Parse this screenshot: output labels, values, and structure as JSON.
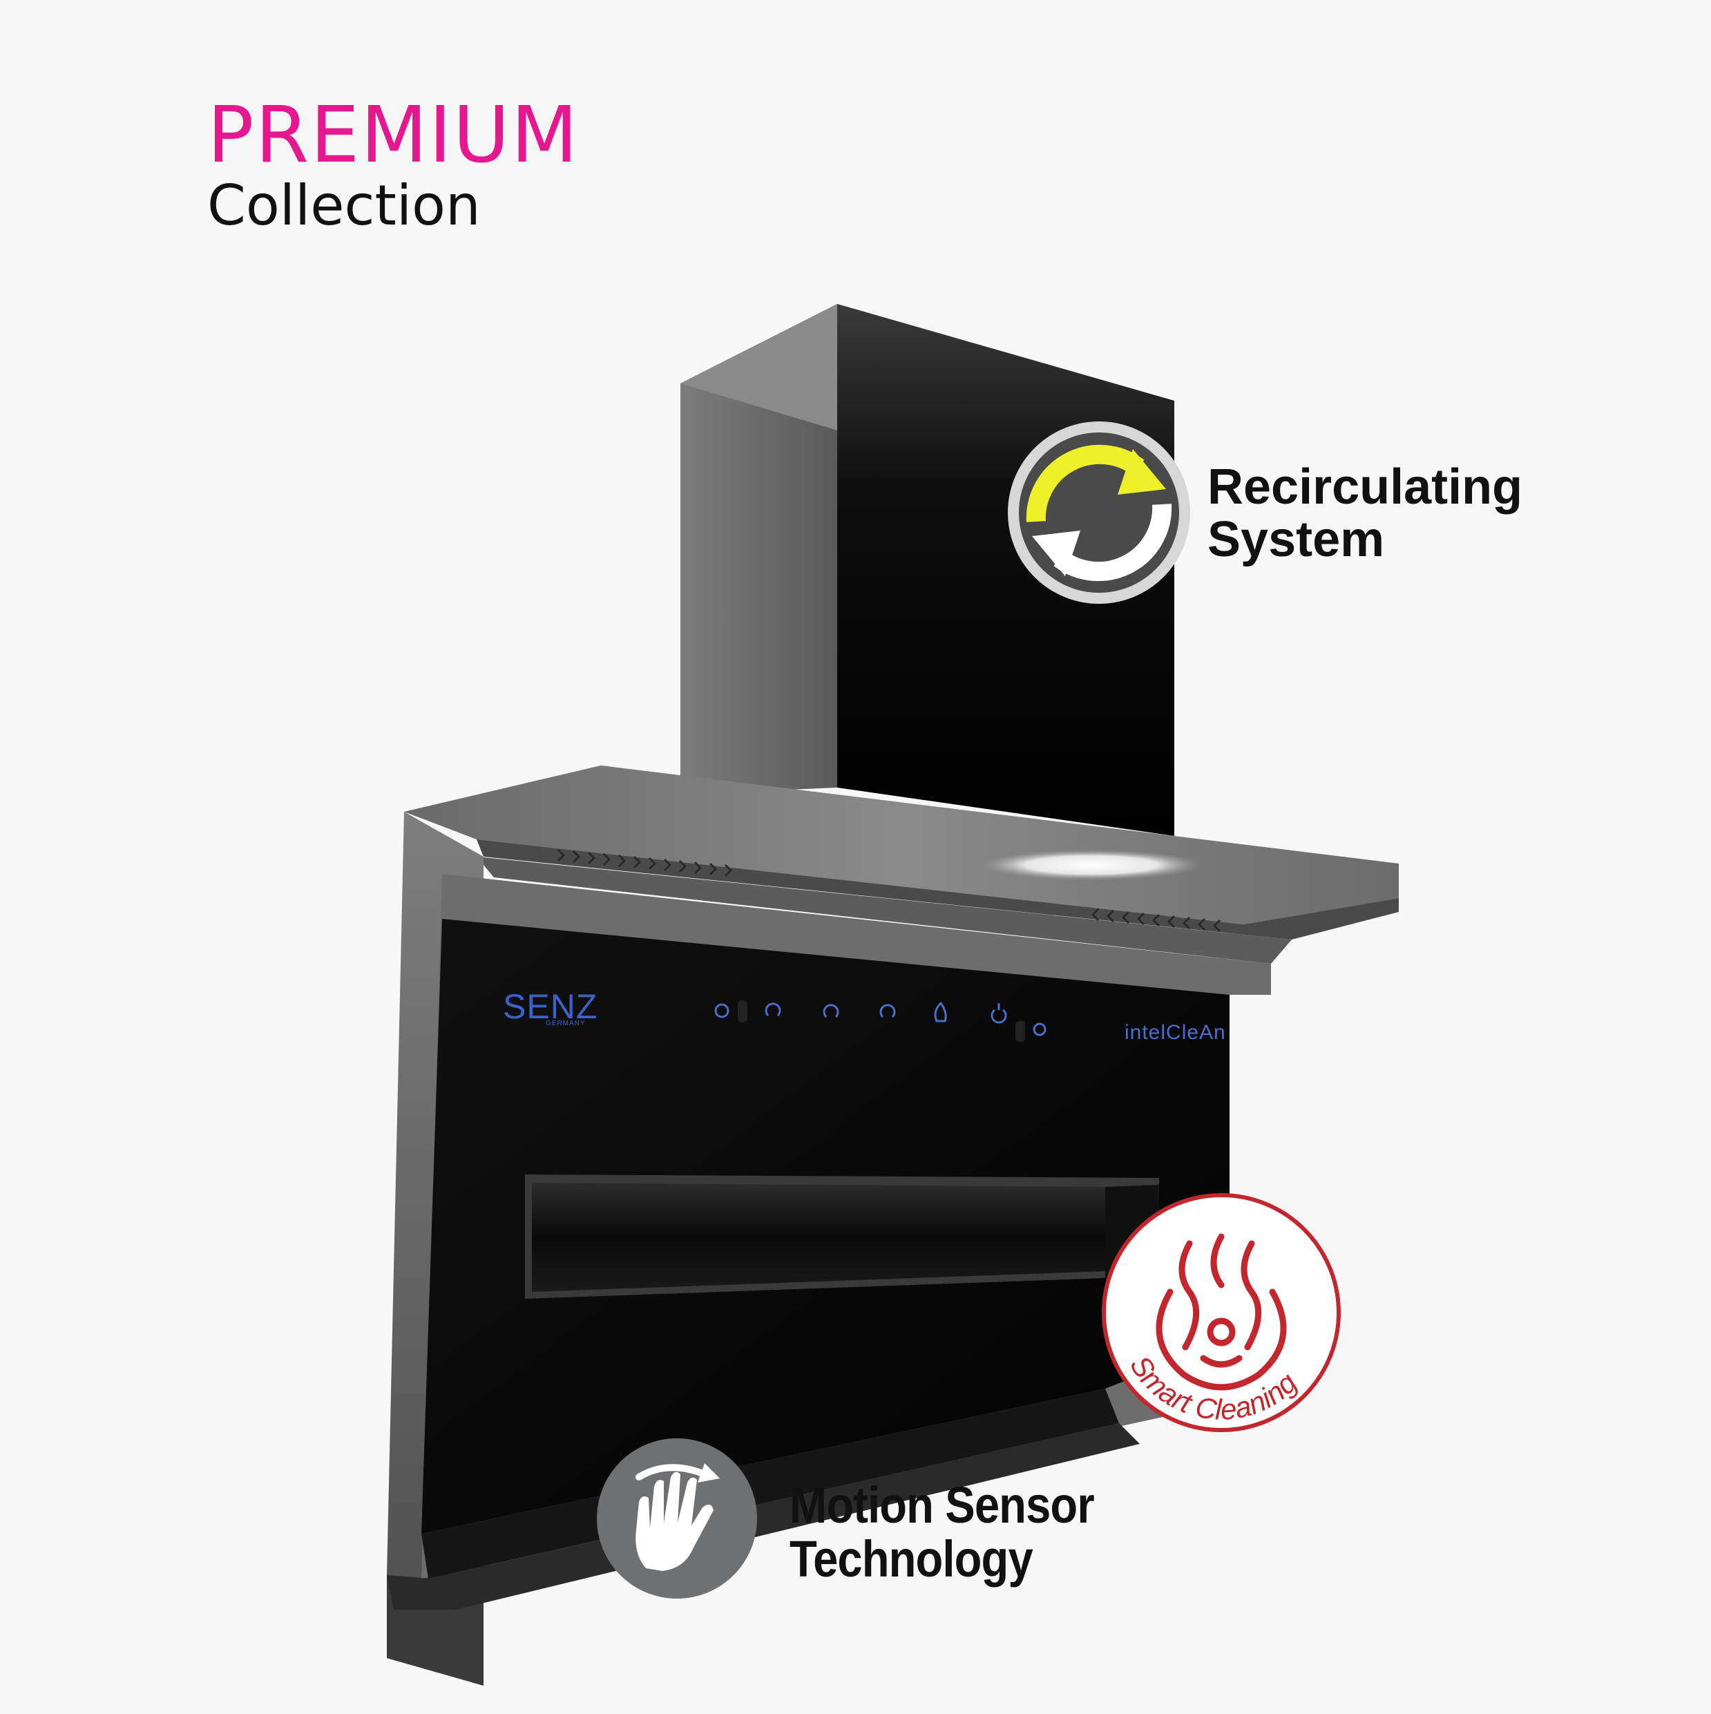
{
  "header": {
    "line1": "PREMIUM",
    "line2": "Collection",
    "accent_color": "#e5188f"
  },
  "product": {
    "brand": "SENZ",
    "brand_sub": "GERMANY",
    "panel_label": "intelCleAn",
    "control_icons": [
      "fan-icon",
      "fan-speed-1-icon",
      "fan-speed-2-icon",
      "fan-speed-3-icon",
      "boost-icon",
      "power-icon",
      "light-icon"
    ]
  },
  "features": {
    "recirculating": {
      "line1": "Recirculating",
      "line2": "System",
      "icon": "recirculate-icon"
    },
    "smart_cleaning": {
      "label": "Smart Cleaning",
      "icon": "steam-icon",
      "color": "#c4262e"
    },
    "motion_sensor": {
      "line1": "Motion Sensor",
      "line2": "Technology",
      "icon": "hand-gesture-icon"
    }
  }
}
